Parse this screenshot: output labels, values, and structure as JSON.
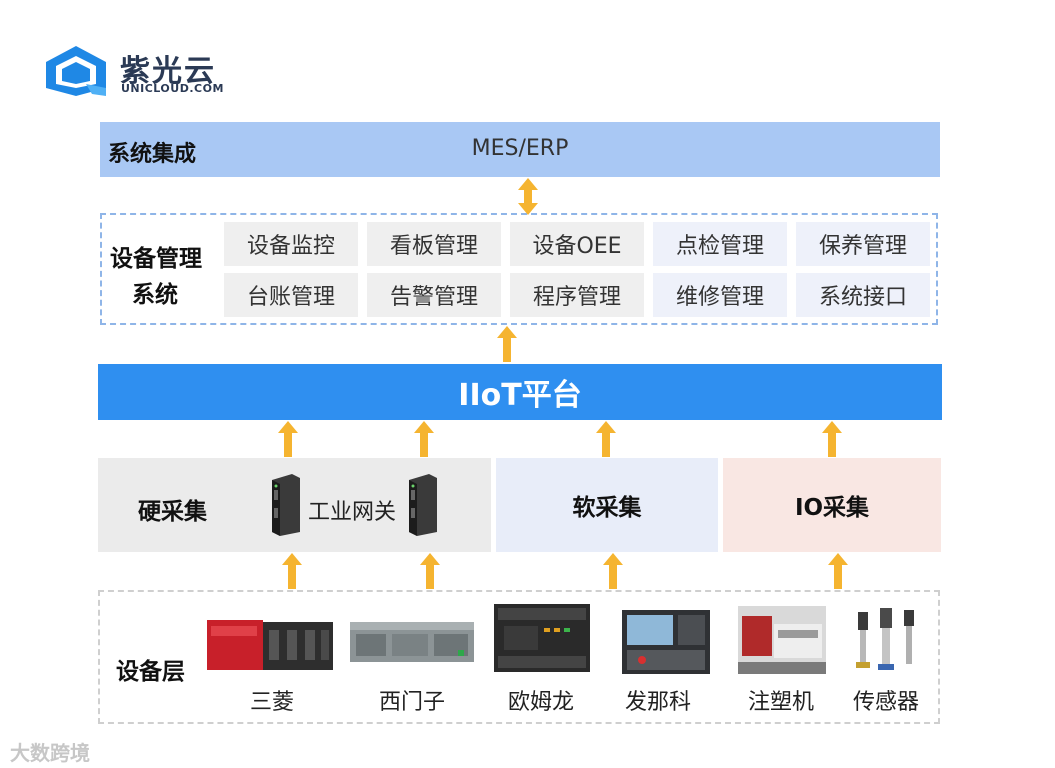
{
  "logo": {
    "title": "紫光云",
    "subtitle": "UNICLOUD.COM",
    "brand_color": "#1f88e5"
  },
  "system_integration": {
    "label": "系统集成",
    "content": "MES/ERP",
    "color": "#a9c8f4"
  },
  "equipment_management": {
    "label_line1": "设备管理",
    "label_line2": "系统",
    "modules": [
      "设备监控",
      "看板管理",
      "设备OEE",
      "点检管理",
      "保养管理",
      "台账管理",
      "告警管理",
      "程序管理",
      "维修管理",
      "系统接口"
    ]
  },
  "iiot": {
    "label": "IIoT平台",
    "color": "#2f8ff0"
  },
  "collection": {
    "hard": {
      "label": "硬采集",
      "gateway_label": "工业网关",
      "color": "#ebebeb"
    },
    "soft": {
      "label": "软采集",
      "color": "#e8edf9"
    },
    "io": {
      "label": "IO采集",
      "color": "#f9e7e3"
    }
  },
  "equipment_layer": {
    "label": "设备层",
    "devices": [
      "三菱",
      "西门子",
      "欧姆龙",
      "发那科",
      "注塑机",
      "传感器"
    ]
  },
  "arrow_color": "#f5b430",
  "watermark": "大数跨境"
}
